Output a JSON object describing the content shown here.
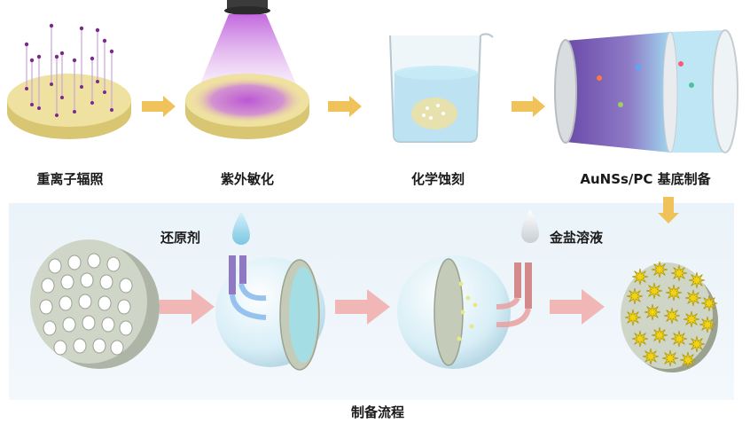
{
  "steps_top": [
    {
      "label": "重离子辐照"
    },
    {
      "label": "紫外敏化"
    },
    {
      "label": "化学蚀刻"
    },
    {
      "label": "AuNSs/PC 基底制备"
    }
  ],
  "reagents": {
    "reducing_agent": "还原剂",
    "gold_salt": "金盐溶液"
  },
  "caption": "制备流程",
  "colors": {
    "disc_face": "#efe1a0",
    "disc_edge": "#d8c672",
    "uv_purple": "#b84ed8",
    "arrow_yellow": "#f0c35a",
    "arrow_pink": "#f1b7b7",
    "membrane_gray": "#cfd6c7",
    "water_blue": "#a8dcf0",
    "gold_star": "#f2d313",
    "panel_bg": "#eaf3f9"
  },
  "icons": {
    "ion": "ion-track-icon",
    "lamp": "uv-lamp-icon",
    "beaker": "beaker-icon",
    "drop": "droplet-icon",
    "star": "gold-nanostar-icon"
  }
}
